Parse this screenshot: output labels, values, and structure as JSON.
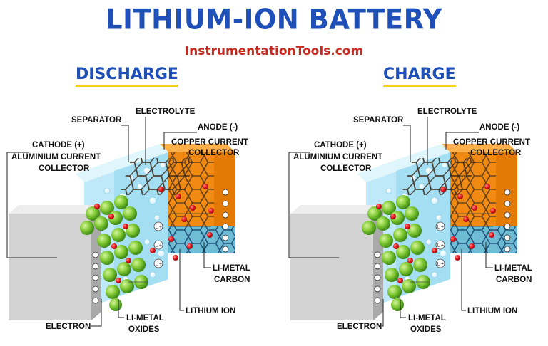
{
  "header": {
    "title": "LITHIUM-ION BATTERY",
    "site": "InstrumentationTools.com"
  },
  "colors": {
    "title": "#1f4fb8",
    "site": "#c8281e",
    "underline": "#f3d21b",
    "anode": "#f08a12",
    "electrolyte": "#8fd8ef",
    "cathode_particles": "#7ec832",
    "ion": "#e3151d",
    "collector": "#c9c9c9"
  },
  "panels": [
    {
      "title": "DISCHARGE",
      "labels": {
        "separator": "SEPARATOR",
        "electrolyte": "ELECTROLYTE",
        "anode": "ANODE (-)",
        "copper_1": "COPPER CURRENT",
        "copper_2": "COLLECTOR",
        "cathode": "CATHODE (+)",
        "aluminium_1": "ALUMINIUM CURRENT",
        "aluminium_2": "COLLECTOR",
        "limetal_carbon_1": "LI-METAL",
        "limetal_carbon_2": "CARBON",
        "lithium_ion": "LITHIUM ION",
        "electron": "ELECTRON",
        "limetal_oxides_1": "LI-METAL",
        "limetal_oxides_2": "OXIDES"
      }
    },
    {
      "title": "CHARGE",
      "labels": {
        "separator": "SEPARATOR",
        "electrolyte": "ELECTROLYTE",
        "anode": "ANODE (-)",
        "copper_1": "COPPER CURRENT",
        "copper_2": "COLLECTOR",
        "cathode": "CATHODE (+)",
        "aluminium_1": "ALUMINIUM CURRENT",
        "aluminium_2": "COLLECTOR",
        "limetal_carbon_1": "LI-METAL",
        "limetal_carbon_2": "CARBON",
        "lithium_ion": "LITHIUM ION",
        "electron": "ELECTRON",
        "limetal_oxides_1": "LI-METAL",
        "limetal_oxides_2": "OXIDES"
      }
    }
  ],
  "ion_symbol": "Li+",
  "electron_symbol": "e"
}
